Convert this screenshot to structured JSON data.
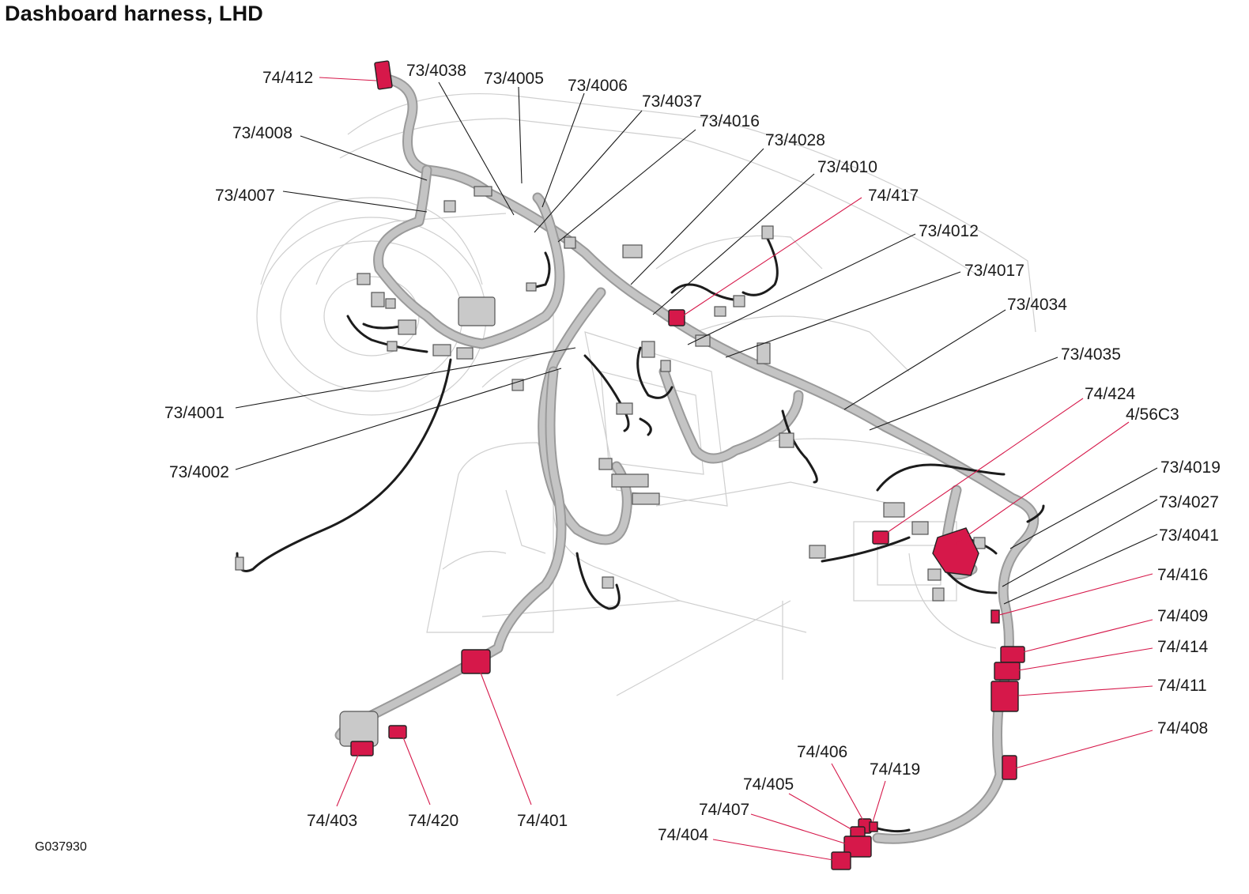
{
  "title": "Dashboard harness, LHD",
  "figure_id": "G037930",
  "colors": {
    "highlight_connector": "#d6184a",
    "harness": "#9a9a9a",
    "wire": "#1c1c1c",
    "vehicle_outline": "#cfcfcf"
  },
  "labels": {
    "l_74_412": "74/412",
    "l_73_4038": "73/4038",
    "l_73_4005": "73/4005",
    "l_73_4006": "73/4006",
    "l_73_4037": "73/4037",
    "l_73_4016": "73/4016",
    "l_73_4008": "73/4008",
    "l_73_4028": "73/4028",
    "l_73_4010": "73/4010",
    "l_73_4007": "73/4007",
    "l_74_417": "74/417",
    "l_73_4012": "73/4012",
    "l_73_4017": "73/4017",
    "l_73_4034": "73/4034",
    "l_73_4035": "73/4035",
    "l_74_424": "74/424",
    "l_4_56c3": "4/56C3",
    "l_73_4001": "73/4001",
    "l_73_4002": "73/4002",
    "l_73_4019": "73/4019",
    "l_73_4027": "73/4027",
    "l_73_4041": "73/4041",
    "l_74_416": "74/416",
    "l_74_409": "74/409",
    "l_74_414": "74/414",
    "l_74_411": "74/411",
    "l_74_408": "74/408",
    "l_74_406": "74/406",
    "l_74_419": "74/419",
    "l_74_405": "74/405",
    "l_74_407": "74/407",
    "l_74_404": "74/404",
    "l_74_403": "74/403",
    "l_74_420": "74/420",
    "l_74_401": "74/401"
  }
}
